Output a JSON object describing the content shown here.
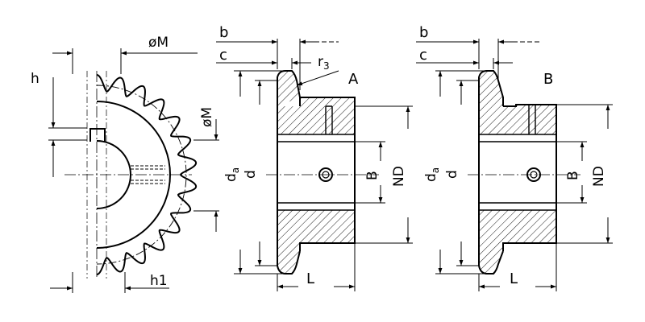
{
  "labels": {
    "oM_top": "øM",
    "oM_side": "øM",
    "h": "h",
    "h1": "h1",
    "b_a": "b",
    "c_a": "c",
    "r3": "r",
    "r3_sub": "3",
    "view_a": "A",
    "da_a": "d",
    "da_a_sub": "a",
    "d_a": "d",
    "B_a": "B",
    "ND_a": "ND",
    "L_a": "L",
    "b_b": "b",
    "c_b": "c",
    "view_b": "B",
    "da_b": "d",
    "da_b_sub": "a",
    "d_b": "d",
    "B_b": "B",
    "ND_b": "ND",
    "L_b": "L"
  },
  "colors": {
    "line": "#000000",
    "background": "#ffffff"
  }
}
